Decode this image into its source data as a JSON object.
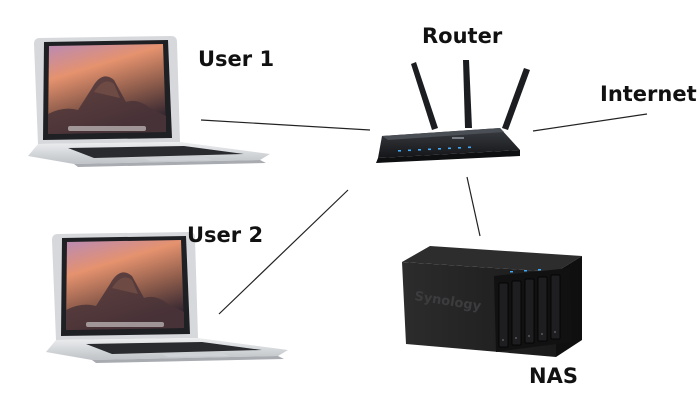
{
  "labels": {
    "user1": "User 1",
    "user2": "User 2",
    "router": "Router",
    "internet": "Internet",
    "nas": "NAS"
  },
  "nas_brand": "Synology",
  "colors": {
    "text": "#111111",
    "link_line": "#222222",
    "laptop_silver": "#d9dadc",
    "laptop_bezel": "#202124",
    "router_body": "#1d1f22",
    "nas_body": "#1a1a1a",
    "router_led": "#3fa9f5"
  },
  "icons": [
    "laptop-icon",
    "router-icon",
    "nas-icon"
  ]
}
